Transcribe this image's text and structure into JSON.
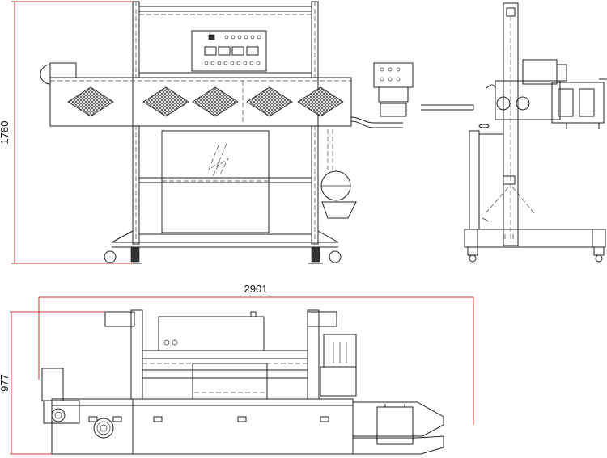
{
  "dimensions": {
    "height_front": "1780",
    "length_top": "2901",
    "width_top": "977"
  },
  "colors": {
    "dimension_line": "#d23a3a",
    "outline": "#222222"
  },
  "views": [
    "front-view",
    "side-view",
    "top-view"
  ]
}
